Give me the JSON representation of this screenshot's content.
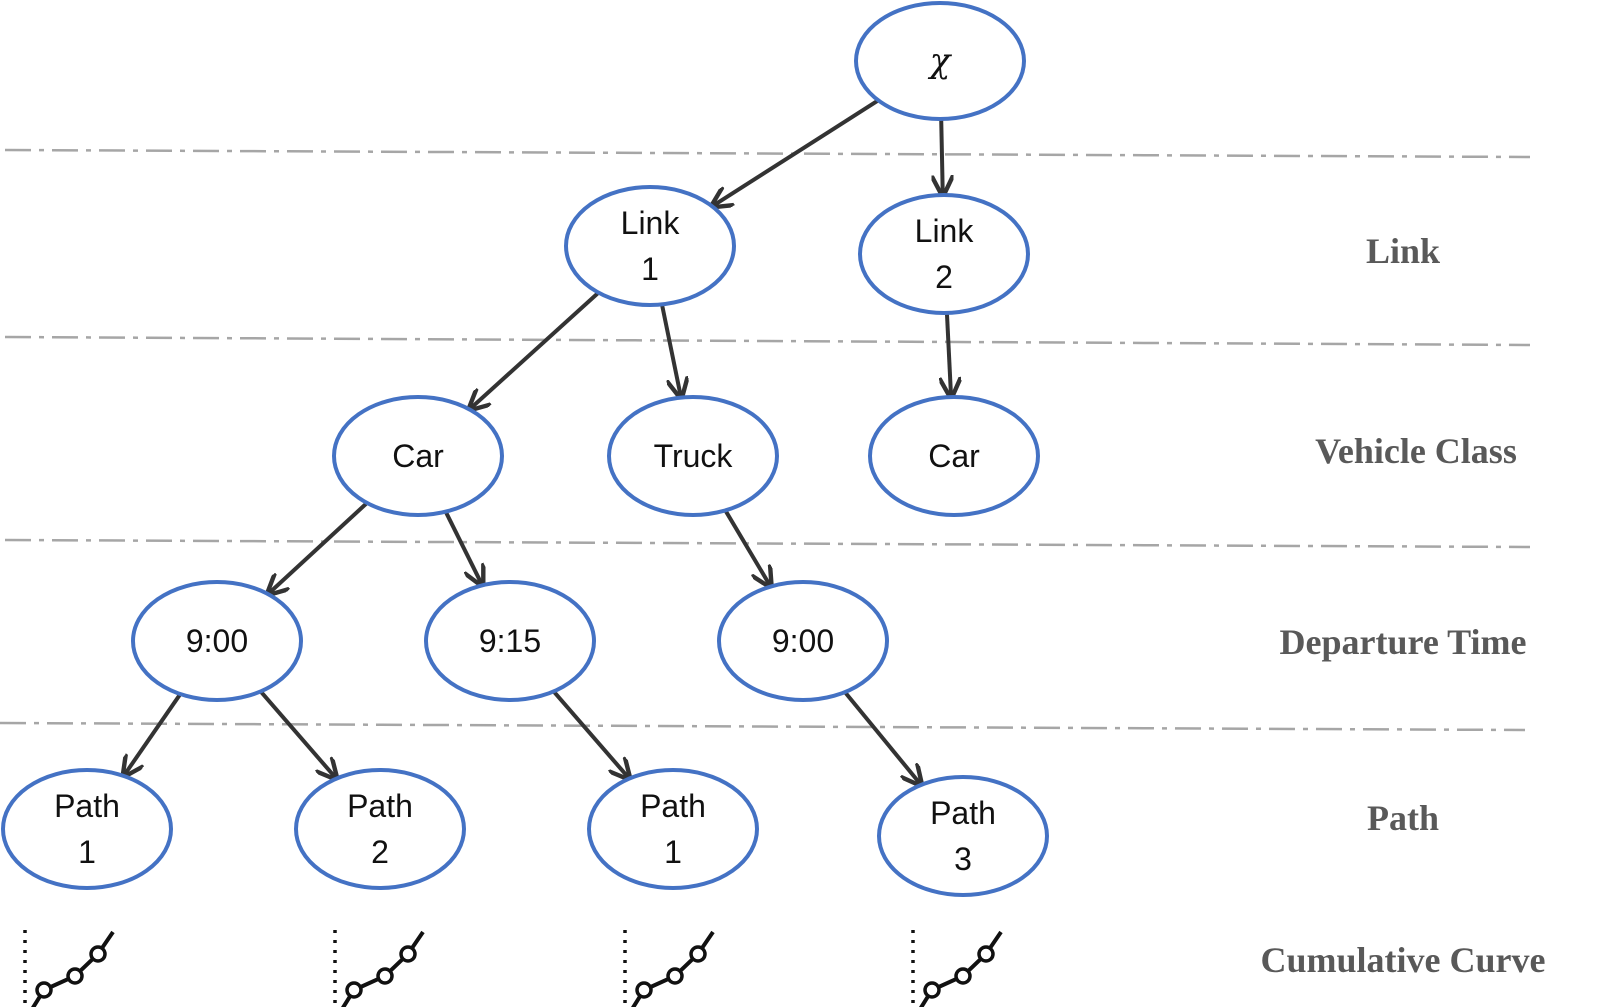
{
  "nodes": [
    {
      "id": "root",
      "lines": [
        "χ"
      ],
      "symbol": true
    },
    {
      "id": "link1",
      "lines": [
        "Link",
        "1"
      ]
    },
    {
      "id": "link2",
      "lines": [
        "Link",
        "2"
      ]
    },
    {
      "id": "car_a",
      "lines": [
        "Car"
      ]
    },
    {
      "id": "truck",
      "lines": [
        "Truck"
      ]
    },
    {
      "id": "car_b",
      "lines": [
        "Car"
      ]
    },
    {
      "id": "t900_a",
      "lines": [
        "9:00"
      ]
    },
    {
      "id": "t915",
      "lines": [
        "9:15"
      ]
    },
    {
      "id": "t900_b",
      "lines": [
        "9:00"
      ]
    },
    {
      "id": "path1_a",
      "lines": [
        "Path",
        "1"
      ]
    },
    {
      "id": "path2",
      "lines": [
        "Path",
        "2"
      ]
    },
    {
      "id": "path1_b",
      "lines": [
        "Path",
        "1"
      ]
    },
    {
      "id": "path3",
      "lines": [
        "Path",
        "3"
      ]
    }
  ],
  "edges": [
    [
      "root",
      "link1"
    ],
    [
      "root",
      "link2"
    ],
    [
      "link1",
      "car_a"
    ],
    [
      "link1",
      "truck"
    ],
    [
      "link2",
      "car_b"
    ],
    [
      "car_a",
      "t900_a"
    ],
    [
      "car_a",
      "t915"
    ],
    [
      "truck",
      "t900_b"
    ],
    [
      "t900_a",
      "path1_a"
    ],
    [
      "t900_a",
      "path2"
    ],
    [
      "t915",
      "path1_b"
    ],
    [
      "t900_b",
      "path3"
    ]
  ],
  "levels": {
    "link": "Link",
    "vehicle_class": "Vehicle Class",
    "departure_time": "Departure Time",
    "path": "Path",
    "cumulative_curve": "Cumulative Curve"
  },
  "icons": [
    "cumulative-curve-icon",
    "cumulative-curve-icon",
    "cumulative-curve-icon",
    "cumulative-curve-icon"
  ],
  "colors": {
    "node_stroke": "#4472c4",
    "edge": "#333333",
    "separator": "#a6a6a6",
    "level_label": "#595959"
  }
}
